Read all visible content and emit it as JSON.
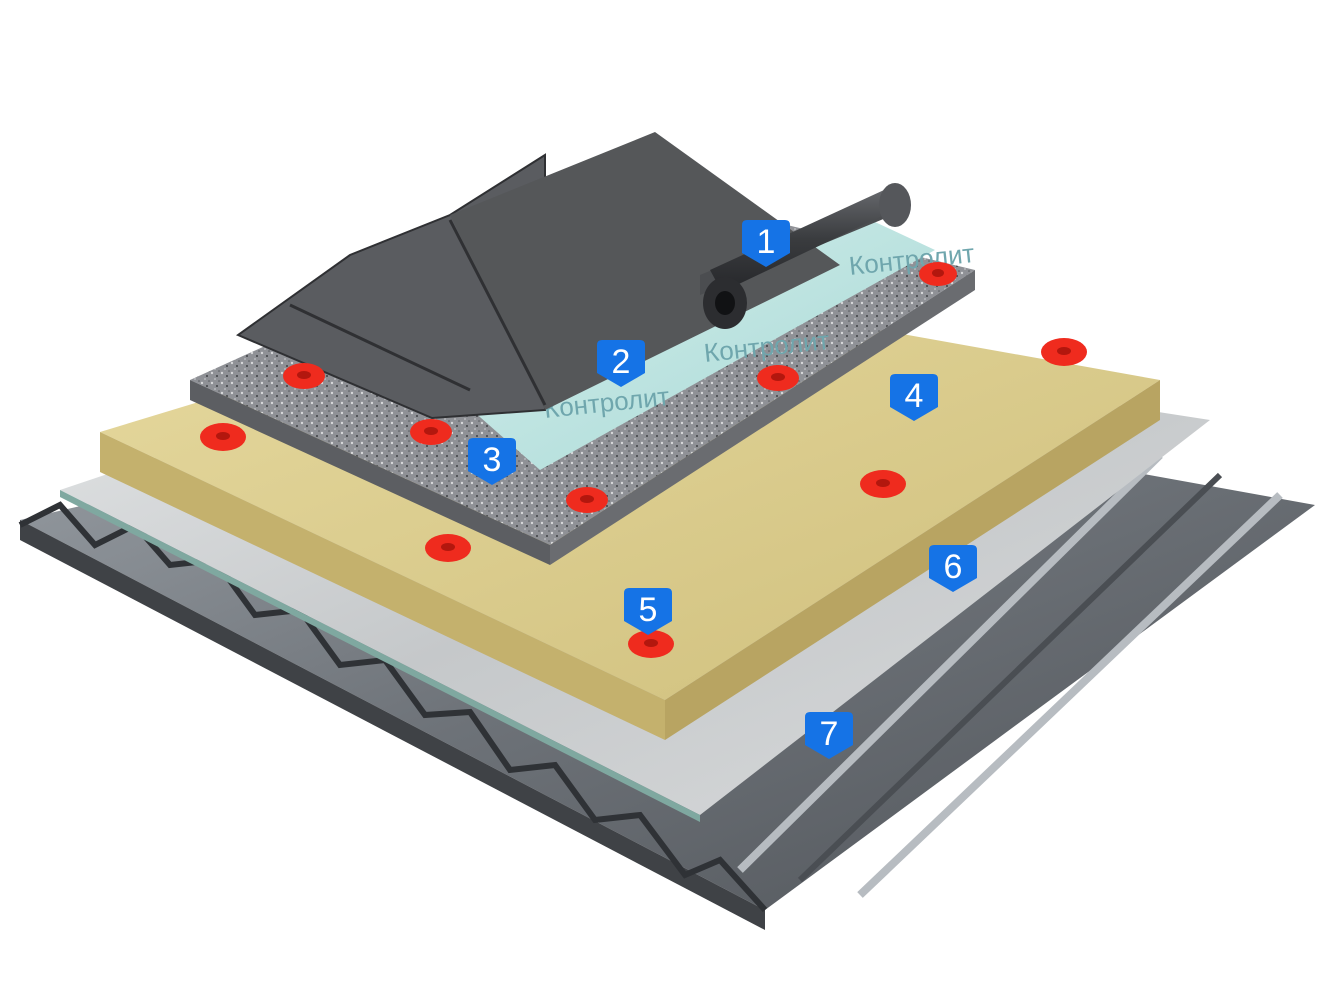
{
  "diagram": {
    "membrane_print": "Контролит",
    "markers": [
      {
        "id": "marker-1",
        "label": "1"
      },
      {
        "id": "marker-2",
        "label": "2"
      },
      {
        "id": "marker-3",
        "label": "3"
      },
      {
        "id": "marker-4",
        "label": "4"
      },
      {
        "id": "marker-5",
        "label": "5"
      },
      {
        "id": "marker-6",
        "label": "6"
      },
      {
        "id": "marker-7",
        "label": "7"
      }
    ]
  },
  "colors": {
    "marker": "#1573e6",
    "fastener": "#ef2b1e",
    "roll_membrane": "#4b4d50",
    "separation_membrane": "#bfe4e2",
    "bitumen_layer": "#8d8f94",
    "mineral_wool": "#d8c98a",
    "vapor_barrier": "#c9cbcc",
    "steel_deck": "#7a7f86"
  }
}
